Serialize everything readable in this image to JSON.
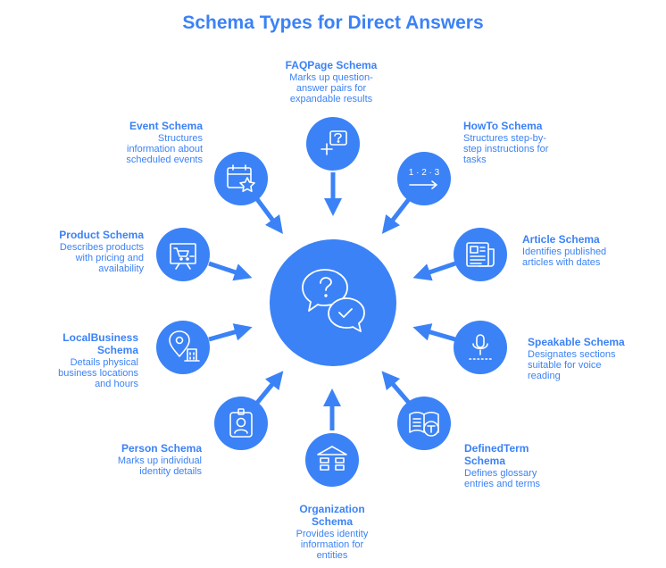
{
  "title": "Schema Types for Direct Answers",
  "colors": {
    "accent": "#3b82f6",
    "icon_stroke": "#ffffff",
    "background": "#ffffff"
  },
  "center": {
    "icon": "chat-question-check-icon"
  },
  "items": [
    {
      "id": "faqpage",
      "title": "FAQPage Schema",
      "desc": [
        "Marks up question-",
        "answer pairs for",
        "expandable results"
      ],
      "icon": "faq-icon"
    },
    {
      "id": "howto",
      "title": "HowTo Schema",
      "desc": [
        "Structures step-by-",
        "step instructions for",
        "tasks"
      ],
      "icon": "steps-icon",
      "icon_text": "1 · 2 · 3"
    },
    {
      "id": "article",
      "title": "Article Schema",
      "desc": [
        "Identifies published",
        "articles with dates"
      ],
      "icon": "newspaper-icon"
    },
    {
      "id": "speakable",
      "title": "Speakable Schema",
      "desc": [
        "Designates sections",
        "suitable for voice",
        "reading"
      ],
      "icon": "microphone-icon"
    },
    {
      "id": "definedterm",
      "title": [
        "DefinedTerm",
        "Schema"
      ],
      "desc": [
        "Defines glossary",
        "entries and terms"
      ],
      "icon": "glossary-book-icon"
    },
    {
      "id": "organization",
      "title": [
        "Organization",
        "Schema"
      ],
      "desc": [
        "Provides identity",
        "information for",
        "entities"
      ],
      "icon": "organization-building-icon"
    },
    {
      "id": "person",
      "title": "Person Schema",
      "desc": [
        "Marks up individual",
        "identity details"
      ],
      "icon": "id-badge-icon"
    },
    {
      "id": "localbusiness",
      "title": [
        "LocalBusiness",
        "Schema"
      ],
      "desc": [
        "Details physical",
        "business locations",
        "and hours"
      ],
      "icon": "location-pin-icon"
    },
    {
      "id": "product",
      "title": "Product Schema",
      "desc": [
        "Describes products",
        "with pricing and",
        "availability"
      ],
      "icon": "shopping-cart-board-icon"
    },
    {
      "id": "event",
      "title": "Event Schema",
      "desc": [
        "Structures",
        "information about",
        "scheduled events"
      ],
      "icon": "calendar-star-icon"
    }
  ]
}
